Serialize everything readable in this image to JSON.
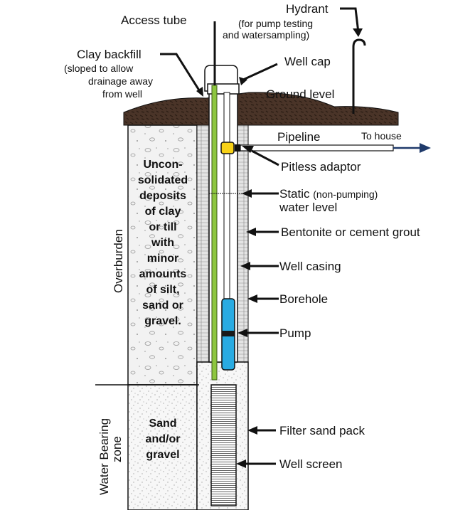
{
  "labels": {
    "access_tube": "Access tube",
    "hydrant": "Hydrant",
    "hydrant_note_1": "(for pump testing",
    "hydrant_note_2": "and watersampling)",
    "clay_backfill": "Clay backfill",
    "clay_backfill_note_1": "(sloped to allow",
    "clay_backfill_note_2": "drainage away",
    "clay_backfill_note_3": "from well",
    "well_cap": "Well cap",
    "ground_level": "Ground level",
    "pipeline": "Pipeline",
    "to_house": "To house",
    "pitless_adaptor": "Pitless adaptor",
    "static_level_1": "Static",
    "static_level_1b": "(non-pumping)",
    "static_level_2": "water level",
    "bentonite_grout": "Bentonite or cement grout",
    "well_casing": "Well casing",
    "borehole": "Borehole",
    "pump": "Pump",
    "filter_sand_pack": "Filter sand pack",
    "well_screen": "Well screen",
    "overburden": "Overburden",
    "water_bearing_1": "Water Bearing",
    "water_bearing_2": "zone"
  },
  "deposits_text": [
    "Uncon-",
    "solidated",
    "deposits",
    "of clay",
    "or till",
    "with",
    "minor",
    "amounts",
    "of silt,",
    "sand or",
    "gravel."
  ],
  "sand_text": [
    "Sand",
    "and/or",
    "gravel"
  ],
  "colors": {
    "soil": "#4a3428",
    "access_tube": "#8dc63f",
    "pump": "#29abe2",
    "pitless_adaptor": "#f7d117",
    "pipeline_arrow": "#1f3a6b",
    "overburden_fill": "#f2f2f2",
    "grout_fill": "#d9d9d9"
  }
}
